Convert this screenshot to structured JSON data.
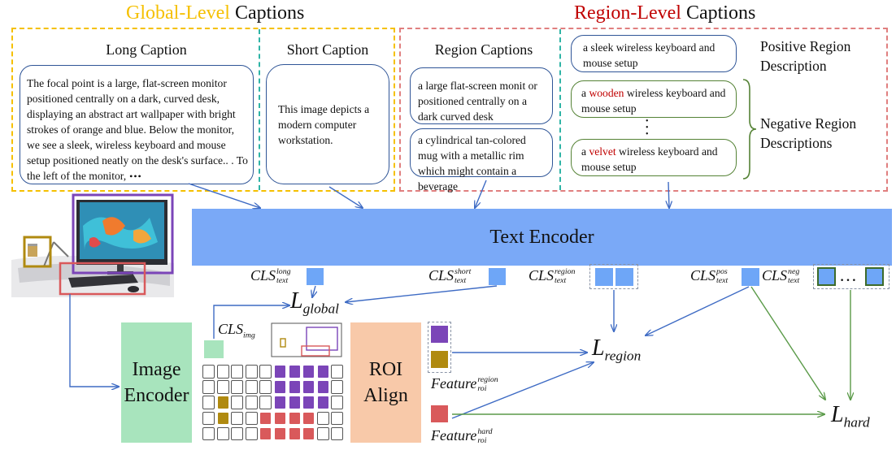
{
  "headers": {
    "global_highlight": "Global-Level",
    "global_rest": " Captions",
    "region_highlight": "Region-Level",
    "region_rest": " Captions",
    "global_color": "#f5c000",
    "region_color": "#c00000"
  },
  "global": {
    "long_title": "Long Caption",
    "long_text": "The focal point is a large, flat-screen monitor positioned centrally on a dark, curved desk, displaying an abstract art wallpaper with bright strokes of orange and blue. Below the monitor, we see a sleek, wireless keyboard and mouse setup positioned neatly on the desk's surface.. . To the left of the monitor,",
    "long_ellipsis": "•••",
    "short_title": "Short Caption",
    "short_text": "This image depicts a modern computer workstation."
  },
  "region": {
    "title": "Region Captions",
    "caption1": "a large flat-screen monit or positioned centrally on a dark curved desk",
    "caption2": "a cylindrical tan-colored mug with a metallic rim which might contain a beverage",
    "positive_text": "a sleek wireless keyboard and mouse setup",
    "positive_label_line1": "Positive Region",
    "positive_label_line2": "Description",
    "neg1_pre": "a ",
    "neg1_word": "wooden",
    "neg1_post": " wireless keyboard and mouse setup",
    "neg_dots": "•\n•\n•",
    "neg2_pre": "a ",
    "neg2_word": "velvet",
    "neg2_post": " wireless keyboard and mouse setup",
    "negative_label_line1": "Negative Region",
    "negative_label_line2": "Descriptions"
  },
  "encoders": {
    "text": "Text Encoder",
    "image_line1": "Image",
    "image_line2": "Encoder",
    "roi_line1": "ROI",
    "roi_line2": "Align"
  },
  "labels": {
    "cls": "CLS",
    "text": "text",
    "long": "long",
    "short": "short",
    "region": "region",
    "pos": "pos",
    "neg": "neg",
    "img": "img",
    "feature": "Feature",
    "roi": "roi",
    "hard": "hard",
    "global": "global",
    "L": "L",
    "neg_ellipsis": "…"
  },
  "colors": {
    "text_encoder": "#7aa9f7",
    "image_encoder": "#a8e4bd",
    "roi_align": "#f8c9a9",
    "cls_square": "#6ea6f7",
    "purple": "#7b45b8",
    "gold": "#b08a10",
    "red_feature": "#d9595b",
    "arrow_blue": "#3e6bc4",
    "arrow_green": "#5a9a48",
    "global_dash": "#f5c000",
    "region_dash": "#e07f7f",
    "teal_dash": "#2fb4a6"
  }
}
